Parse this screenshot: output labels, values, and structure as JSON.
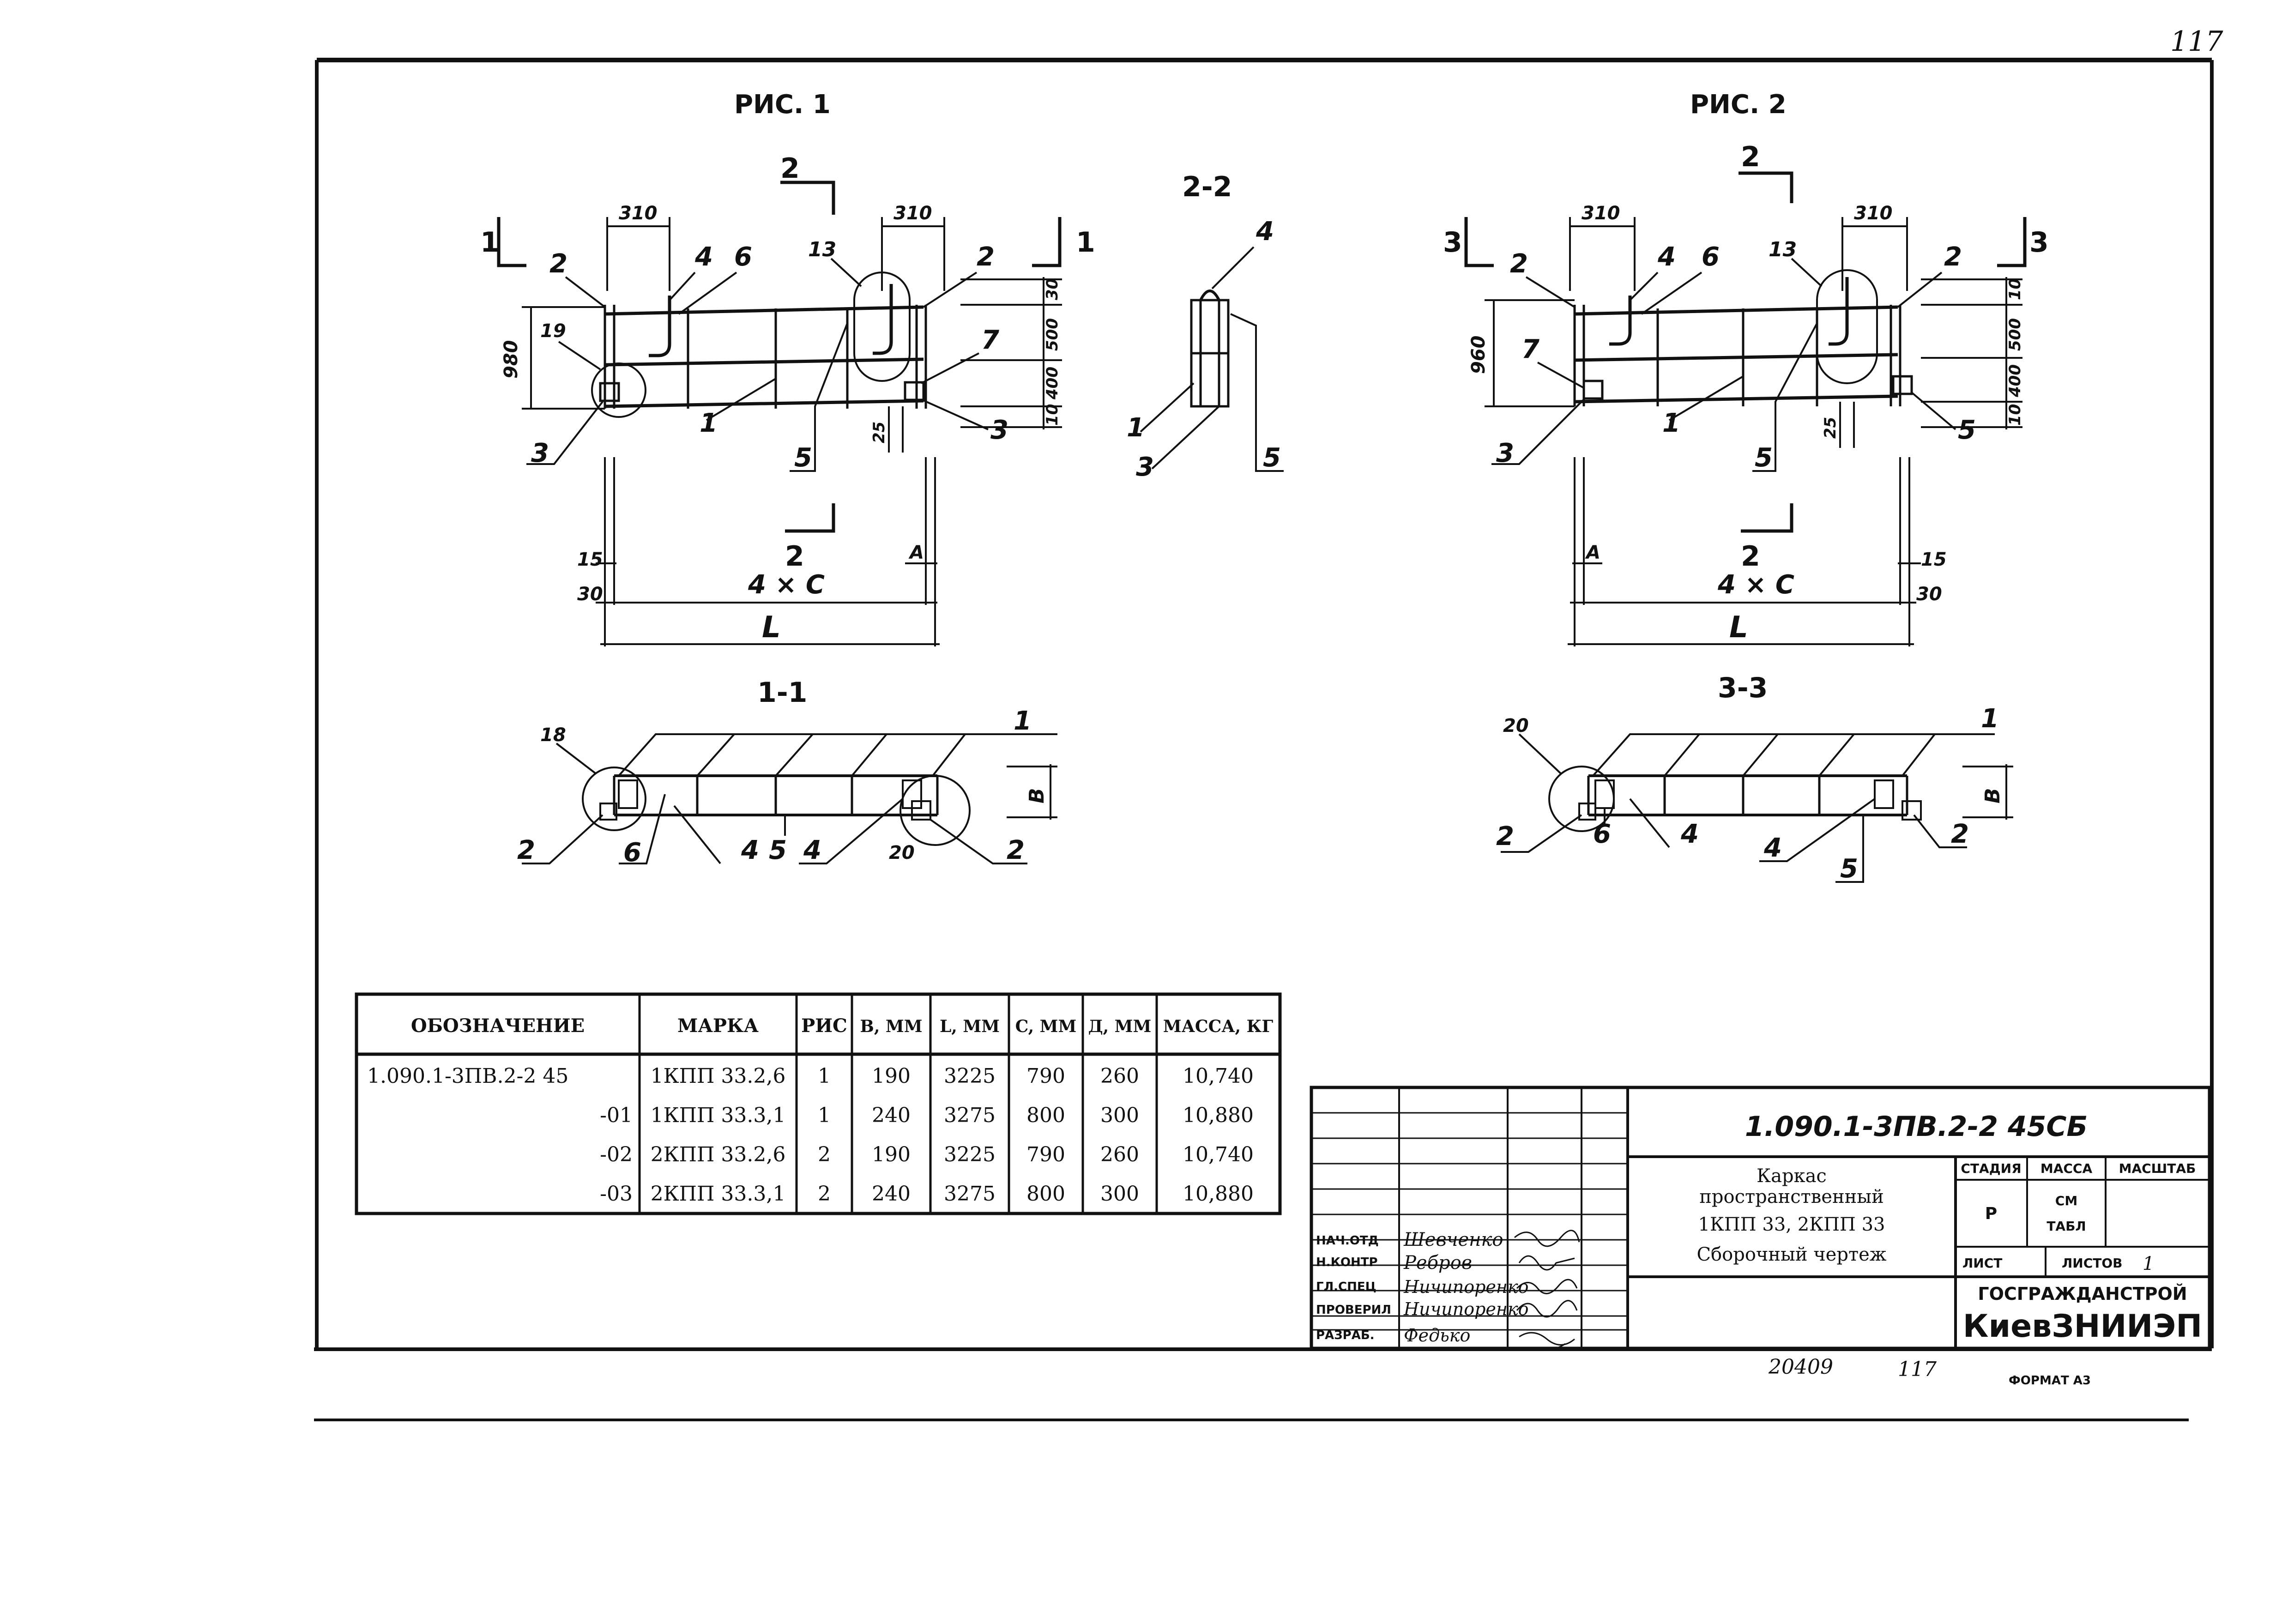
{
  "page_number": "117",
  "views": {
    "fig1": {
      "title": "РИС. 1",
      "section_label": "2-2",
      "section_1_1": "1-1",
      "cut_marks": [
        "2",
        "1",
        "1",
        "2"
      ],
      "dims": {
        "top_left": "310",
        "top_right": "310",
        "height": "980",
        "right_30": "30",
        "right_500": "500",
        "right_400": "400",
        "right_10": "10",
        "d25": "25",
        "d15": "15",
        "d30": "30",
        "span": "4 × C",
        "total": "L",
        "depth": "B",
        "a": "A"
      },
      "callouts": [
        "2",
        "4",
        "6",
        "13",
        "2",
        "7",
        "19",
        "3",
        "1",
        "5",
        "3"
      ],
      "callouts_22": [
        "4",
        "1",
        "3",
        "5"
      ],
      "callouts_11": [
        "18",
        "1",
        "2",
        "6",
        "4",
        "5",
        "4",
        "20",
        "2"
      ]
    },
    "fig2": {
      "title": "РИС. 2",
      "section_3_3": "3-3",
      "cut_marks": [
        "2",
        "3",
        "3",
        "2"
      ],
      "dims": {
        "top_left": "310",
        "top_right": "310",
        "height": "960",
        "right_10": "10",
        "right_500": "500",
        "right_400": "400",
        "right_10b": "10",
        "d25": "25",
        "d15": "15",
        "d30": "30",
        "span": "4 × C",
        "total": "L",
        "depth": "B",
        "a": "A"
      },
      "callouts": [
        "2",
        "4",
        "6",
        "13",
        "2",
        "7",
        "3",
        "1",
        "5",
        "5"
      ],
      "callouts_33": [
        "20",
        "1",
        "2",
        "6",
        "4",
        "4",
        "5",
        "2"
      ]
    }
  },
  "spec_table": {
    "headers": [
      "ОБОЗНАЧЕНИЕ",
      "МАРКА",
      "РИС",
      "B, ММ",
      "L, ММ",
      "C, ММ",
      "Д, ММ",
      "МАССА, КГ"
    ],
    "rows": [
      [
        "1.090.1-3ПВ.2-2 45",
        "1КПП 33.2,6",
        "1",
        "190",
        "3225",
        "790",
        "260",
        "10,740"
      ],
      [
        "-01",
        "1КПП 33.3,1",
        "1",
        "240",
        "3275",
        "800",
        "300",
        "10,880"
      ],
      [
        "-02",
        "2КПП 33.2,6",
        "2",
        "190",
        "3225",
        "790",
        "260",
        "10,740"
      ],
      [
        "-03",
        "2КПП 33.3,1",
        "2",
        "240",
        "3275",
        "800",
        "300",
        "10,880"
      ]
    ]
  },
  "title_block": {
    "doc_code": "1.090.1-3ПВ.2-2   45СБ",
    "name_line1": "Каркас",
    "name_line2": "пространственный",
    "name_line3": "1КПП 33, 2КПП 33",
    "name_line4": "Сборочный чертеж",
    "col_stage": "СТАДИЯ",
    "col_mass": "МАССА",
    "col_scale": "МАСШТАБ",
    "stage_value": "Р",
    "mass_value_1": "СМ",
    "mass_value_2": "ТАБЛ",
    "sheet_label": "ЛИСТ",
    "sheets_label": "ЛИСТОВ",
    "sheets_value": "1",
    "org_line1": "ГОСГРАЖДАНСТРОЙ",
    "org_line2": "КиевЗНИИЭП",
    "roles": [
      {
        "role": "НАЧ.ОТД",
        "name": "Шевченко"
      },
      {
        "role": "Н.КОНТР",
        "name": "Ребров"
      },
      {
        "role": "ГЛ.СПЕЦ",
        "name": "Ничипоренко"
      },
      {
        "role": "ПРОВЕРИЛ",
        "name": "Ничипоренко"
      },
      {
        "role": "РАЗРАБ.",
        "name": "Федько"
      }
    ]
  },
  "footer": {
    "number": "20409",
    "page": "117",
    "format": "ФОРМАТ А3"
  }
}
